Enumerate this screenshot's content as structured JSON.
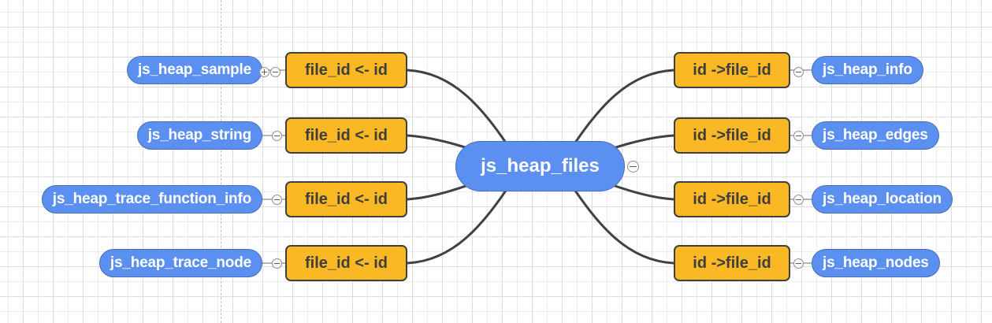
{
  "diagram": {
    "type": "mindmap-schema",
    "root": {
      "label": "js_heap_files"
    },
    "left_relation_label": "file_id <- id",
    "right_relation_label": "id ->file_id",
    "left_branches": [
      {
        "relation": "file_id <- id",
        "table": "js_heap_sample"
      },
      {
        "relation": "file_id <- id",
        "table": "js_heap_string"
      },
      {
        "relation": "file_id <- id",
        "table": "js_heap_trace_function_info"
      },
      {
        "relation": "file_id <- id",
        "table": "js_heap_trace_node"
      }
    ],
    "right_branches": [
      {
        "relation": "id ->file_id",
        "table": "js_heap_info"
      },
      {
        "relation": "id ->file_id",
        "table": "js_heap_edges"
      },
      {
        "relation": "id ->file_id",
        "table": "js_heap_location"
      },
      {
        "relation": "id ->file_id",
        "table": "js_heap_nodes"
      }
    ],
    "icons": {
      "expand": "plus-circle",
      "collapse": "minus-circle"
    },
    "colors": {
      "table_node_fill": "#5b8ff0",
      "table_node_border": "#4a6db8",
      "table_node_text": "#ffffff",
      "relation_node_fill": "#f9b824",
      "relation_node_border": "#3f3f3f",
      "relation_node_text": "#3e3e3e",
      "edge": "#3f4245",
      "connector": "#8a8a8a",
      "grid_minor": "#ececec",
      "grid_major": "#dcdcdc",
      "background": "#ffffff"
    }
  }
}
